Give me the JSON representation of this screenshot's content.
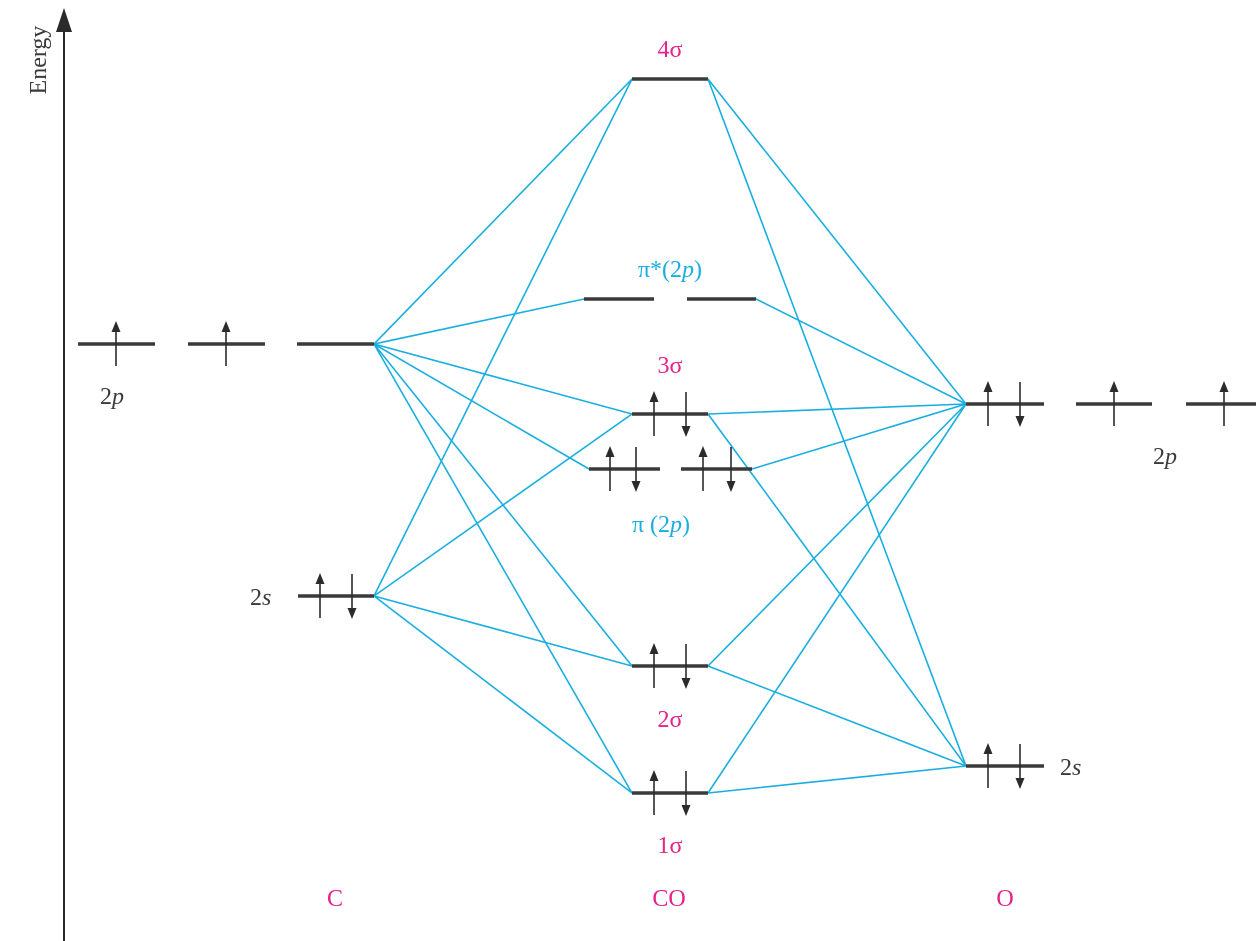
{
  "axis": {
    "label": "Energy"
  },
  "atoms": {
    "left": "C",
    "middle": "CO",
    "right": "O"
  },
  "orbital_labels": {
    "c_2p": {
      "num": "2",
      "letter": "p"
    },
    "c_2s": {
      "num": "2",
      "letter": "s"
    },
    "o_2p": {
      "num": "2",
      "letter": "p"
    },
    "o_2s": {
      "num": "2",
      "letter": "s"
    },
    "sigma4": "4σ",
    "pi_star": {
      "main": "π*(2",
      "letter": "p",
      "close": ")"
    },
    "sigma3": "3σ",
    "pi": {
      "main": "π (2",
      "letter": "p",
      "close": ")"
    },
    "sigma2": "2σ",
    "sigma1": "1σ"
  },
  "colors": {
    "level_line": "#3a3a3a",
    "connector": "#1aaee0",
    "mo_label": "#e5238a",
    "pi_label": "#1aaee0",
    "atom_label": "#e5238a"
  },
  "occupancy": {
    "c_2p": [
      "up",
      "up",
      "empty"
    ],
    "c_2s": [
      "pair"
    ],
    "o_2p": [
      "pair",
      "up",
      "up"
    ],
    "o_2s": [
      "pair"
    ],
    "sigma4": [
      "empty"
    ],
    "pi_star": [
      "empty",
      "empty"
    ],
    "sigma3": [
      "pair"
    ],
    "pi": [
      "pair",
      "pair"
    ],
    "sigma2": [
      "pair"
    ],
    "sigma1": [
      "pair"
    ]
  }
}
